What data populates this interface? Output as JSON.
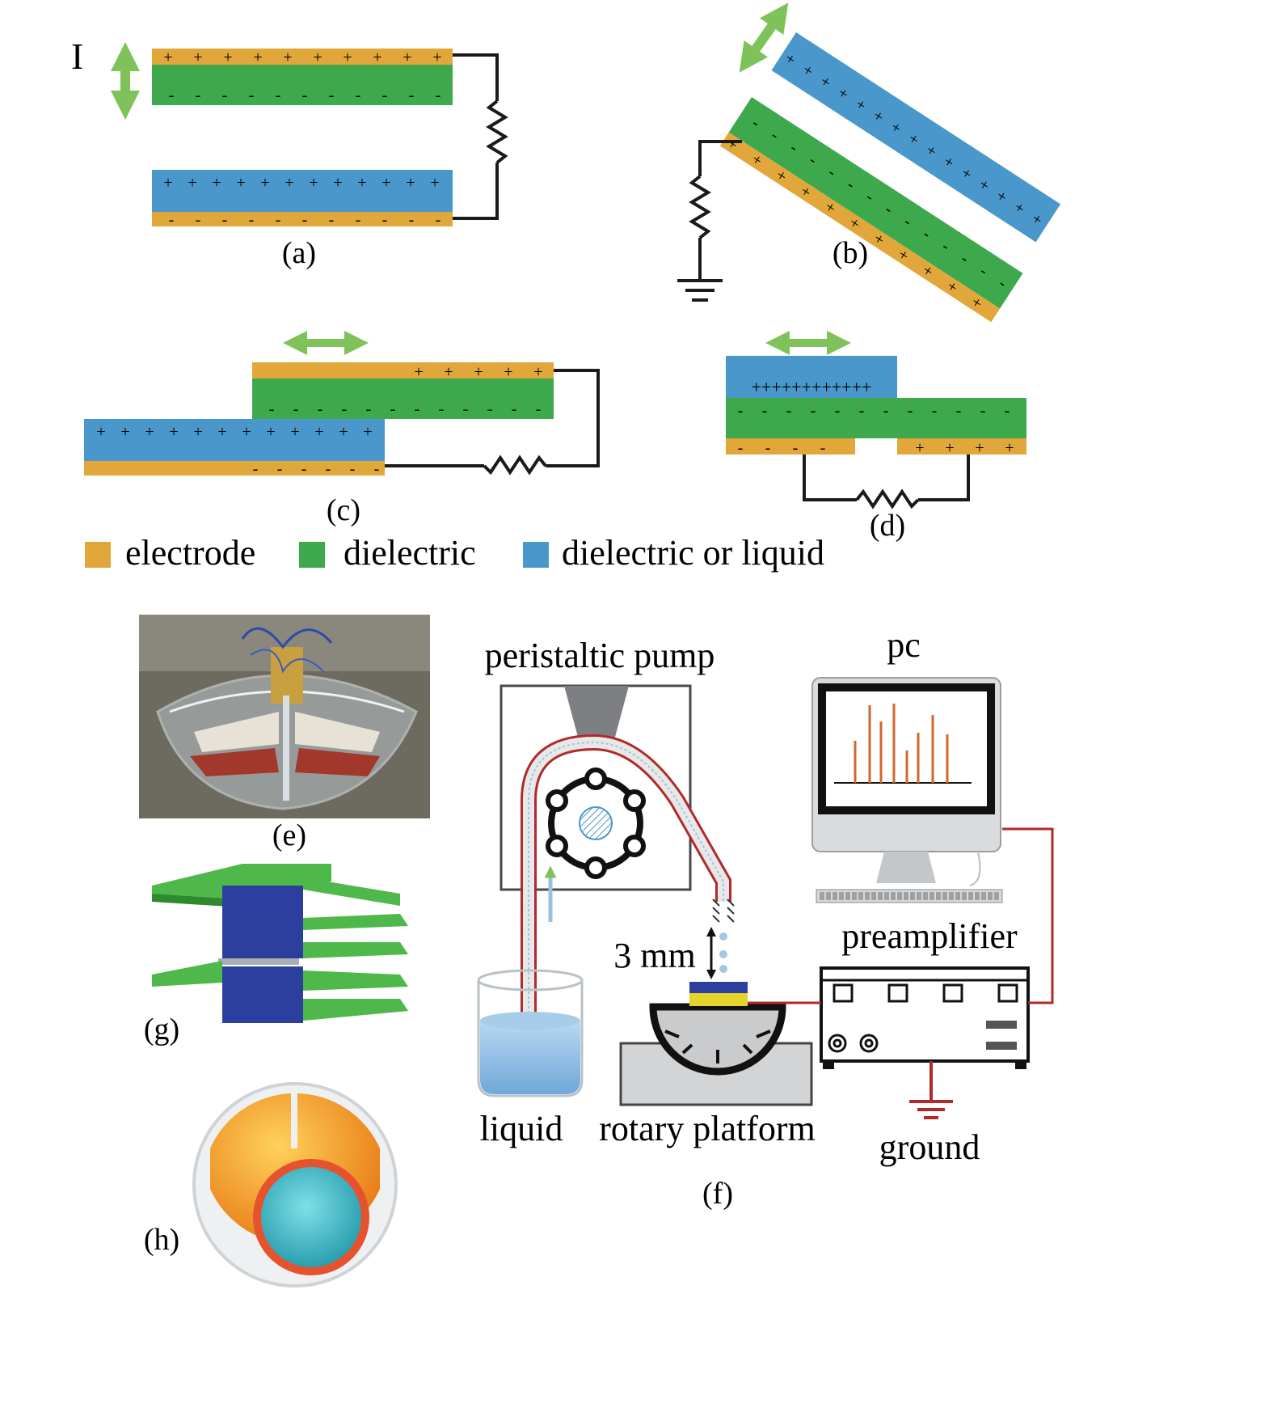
{
  "figure": {
    "roman_label": "I",
    "panel_labels": {
      "a": "(a)",
      "b": "(b)",
      "c": "(c)",
      "d": "(d)",
      "e": "(e)",
      "f": "(f)",
      "g": "(g)",
      "h": "(h)"
    },
    "legend": {
      "electrode": "electrode",
      "dielectric": "dielectric",
      "dielectric_or_liquid": "dielectric or liquid"
    },
    "setup_labels": {
      "pump": "peristaltic pump",
      "pc": "pc",
      "preamplifier": "preamplifier",
      "gap": "3 mm",
      "liquid": "liquid",
      "platform": "rotary platform",
      "ground": "ground"
    },
    "charges": {
      "positive": "+",
      "negative": "-",
      "packed_positive": "++++++++++++"
    },
    "colors": {
      "electrode": "#E1A73A",
      "dielectric": "#3EA84D",
      "liquid": "#4A97CC",
      "arrow": "#7FC25A",
      "wire": "#1a1a1a",
      "tube": "#B02A2A",
      "stem": "#D2662C"
    },
    "icons": [
      "resistor-icon",
      "ground-icon",
      "double-arrow-icon",
      "monitor-icon",
      "keyboard-icon"
    ]
  }
}
